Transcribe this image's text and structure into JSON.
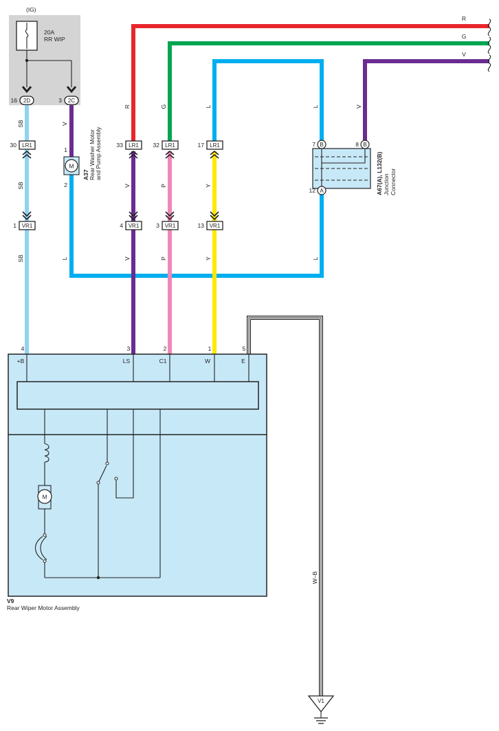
{
  "colors": {
    "red": "#e8262c",
    "green": "#00a651",
    "violet": "#6a2c91",
    "light_blue": "#00aeef",
    "sky_blue": "#8fd3f1",
    "pink": "#f287b7",
    "yellow": "#ffe800",
    "fuse_box_grey": "#d4d4d4",
    "component_fill": "#c7e8f7"
  },
  "power": {
    "ig_label": "(IG)",
    "fuse_rating": "20A",
    "fuse_name": "RR WIP"
  },
  "connectors": {
    "c2d": {
      "name": "2D",
      "pin": "16"
    },
    "c2c": {
      "name": "2C",
      "pin": "3"
    },
    "lr1_30": {
      "name": "LR1",
      "pin": "30"
    },
    "lr1_33": {
      "name": "LR1",
      "pin": "33"
    },
    "lr1_32": {
      "name": "LR1",
      "pin": "32"
    },
    "lr1_17": {
      "name": "LR1",
      "pin": "17"
    },
    "vr1_1": {
      "name": "VR1",
      "pin": "1"
    },
    "vr1_4": {
      "name": "VR1",
      "pin": "4"
    },
    "vr1_3": {
      "name": "VR1",
      "pin": "3"
    },
    "vr1_13": {
      "name": "VR1",
      "pin": "13"
    }
  },
  "washer_motor": {
    "id": "A37",
    "name_line1": "Rear Washer Motor",
    "name_line2": "and Pump Assembly",
    "pin_top": "1",
    "pin_bottom": "2",
    "symbol": "M"
  },
  "junction": {
    "id": "A67(A), L132(B)",
    "name_line1": "Junction",
    "name_line2": "Connector",
    "pin_7": "7",
    "pin_7_tag": "B",
    "pin_8": "8",
    "pin_8_tag": "B",
    "pin_12": "12",
    "pin_12_tag": "A"
  },
  "wiper_motor": {
    "id": "V9",
    "name": "Rear Wiper Motor Assembly",
    "motor_symbol": "M",
    "terminals": [
      {
        "pin": "4",
        "name": "+B"
      },
      {
        "pin": "3",
        "name": "LS"
      },
      {
        "pin": "2",
        "name": "C1"
      },
      {
        "pin": "1",
        "name": "W"
      },
      {
        "pin": "5",
        "name": "E"
      }
    ]
  },
  "wire_colors": {
    "R": "R",
    "G": "G",
    "V": "V",
    "L": "L",
    "SB": "SB",
    "P": "P",
    "Y": "Y",
    "WB": "W–B"
  },
  "ground": {
    "id": "V1"
  }
}
